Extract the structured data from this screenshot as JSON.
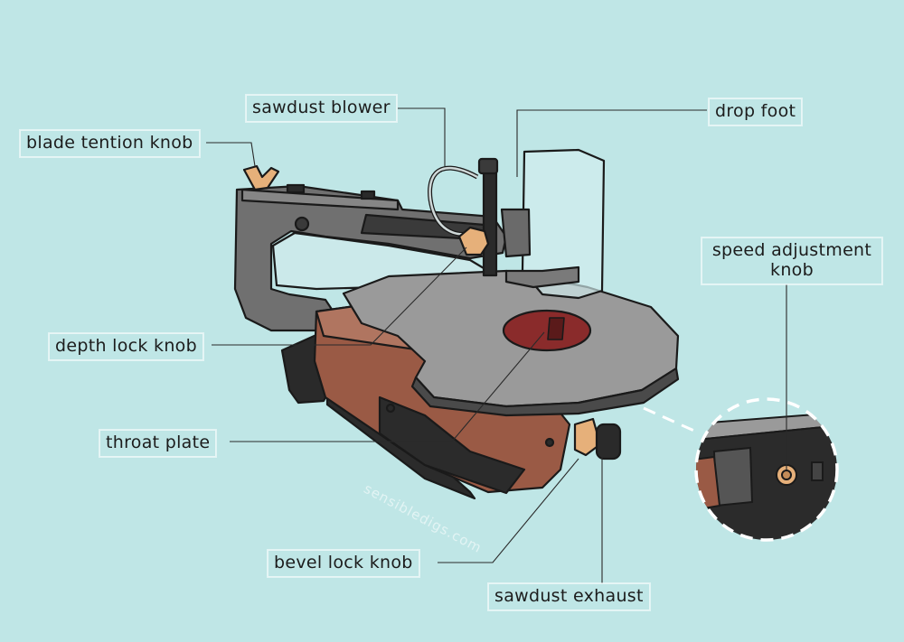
{
  "labels": {
    "sawdust_blower": "sawdust blower",
    "drop_foot": "drop foot",
    "blade_tension_knob": "blade tention knob",
    "speed_adjustment_knob": "speed adjustment knob",
    "depth_lock_knob": "depth lock knob",
    "throat_plate": "throat plate",
    "bevel_lock_knob": "bevel lock knob",
    "sawdust_exhaust": "sawdust exhaust"
  },
  "watermark": "sensibledigs.com",
  "colors": {
    "background": "#bfe6e6",
    "body_gray": "#707070",
    "table_gray": "#9a9a9a",
    "base_copper": "#9a5a45",
    "throat_plate_red": "#8a2b2b",
    "knob_orange": "#e6b07a",
    "outline": "#1a1a1a"
  },
  "icons": [
    "scroll-saw-illustration",
    "speed-knob-zoom-inset"
  ]
}
